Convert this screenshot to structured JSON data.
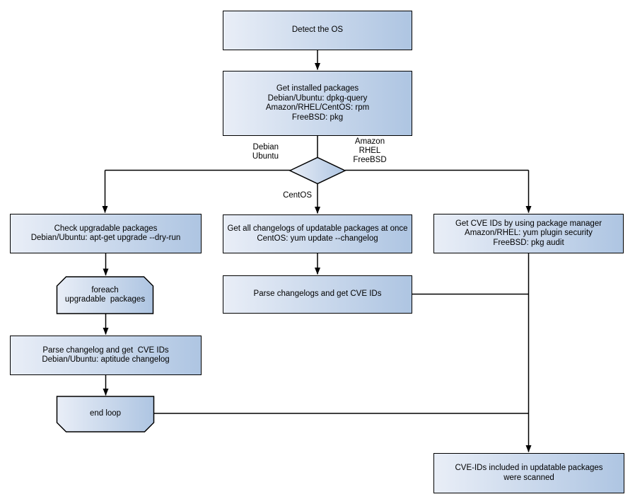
{
  "diagram": {
    "type": "flowchart",
    "topic": "OS package CVE scanning flow"
  },
  "colors": {
    "node_fill_light": "#e9eef7",
    "node_fill_dark": "#aec5e2",
    "node_border": "#000000",
    "edge": "#000000",
    "text": "#000000",
    "background": "#ffffff"
  },
  "nodes": {
    "detect_os": {
      "lines": [
        "Detect the OS"
      ]
    },
    "get_installed": {
      "lines": [
        "Get installed packages",
        "Debian/Ubuntu: dpkg-query",
        "Amazon/RHEL/CentOS: rpm",
        "FreeBSD: pkg"
      ]
    },
    "check_upgradable": {
      "lines": [
        "Check upgradable packages",
        "Debian/Ubuntu: apt-get upgrade --dry-run"
      ]
    },
    "foreach_loop": {
      "lines": [
        "foreach",
        "upgradable  packages"
      ]
    },
    "parse_changelog_left": {
      "lines": [
        "Parse changelog and get  CVE IDs",
        "Debian/Ubuntu: aptitude changelog"
      ]
    },
    "end_loop": {
      "lines": [
        "end loop"
      ]
    },
    "get_all_changelogs": {
      "lines": [
        "Get all changelogs of updatable packages at once",
        "CentOS: yum update --changelog"
      ]
    },
    "parse_changelogs_mid": {
      "lines": [
        "Parse changelogs and get CVE IDs"
      ]
    },
    "get_cve_pkg_manager": {
      "lines": [
        "Get CVE IDs by using package manager",
        "Amazon/RHEL: yum plugin security",
        "FreeBSD: pkg audit"
      ]
    },
    "scanned_result": {
      "lines": [
        "CVE-IDs included in updatable packages",
        "were scanned"
      ]
    }
  },
  "edge_labels": {
    "debian_ubuntu": {
      "lines": [
        "Debian",
        "Ubuntu"
      ]
    },
    "amazon_rhel_freebsd": {
      "lines": [
        "Amazon",
        "RHEL",
        "FreeBSD"
      ]
    },
    "centos": {
      "lines": [
        "CentOS"
      ]
    }
  }
}
